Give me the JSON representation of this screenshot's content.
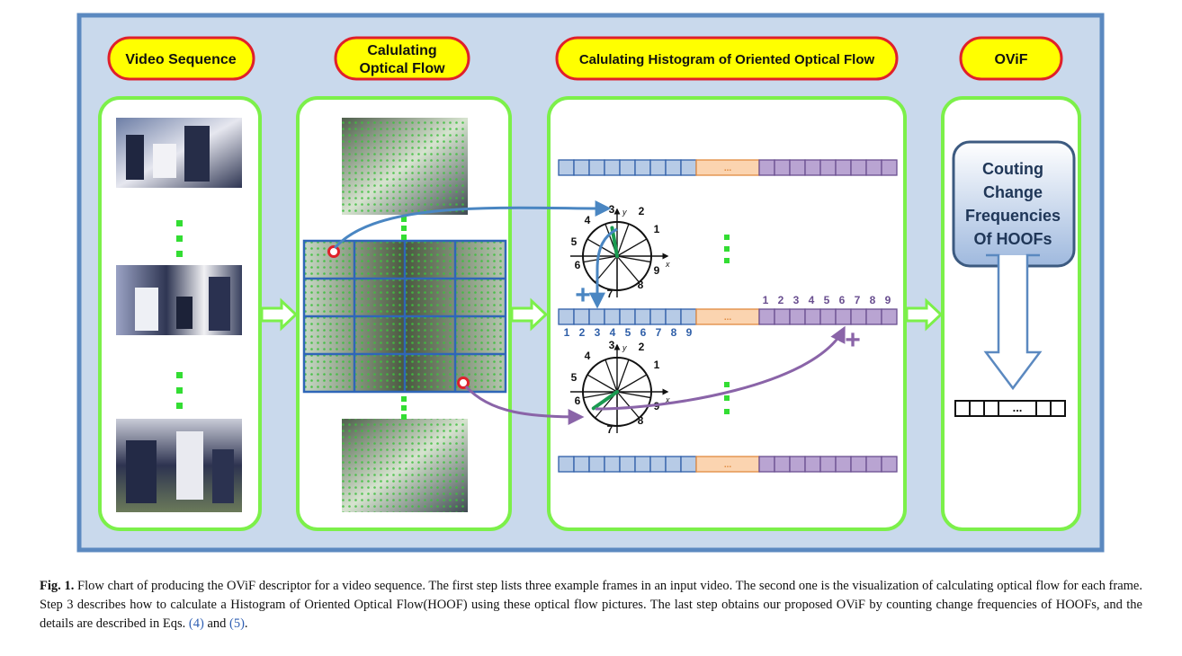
{
  "figure": {
    "steps": [
      {
        "label": "Video Sequence"
      },
      {
        "label_line1": "Calulating",
        "label_line2": "Optical Flow"
      },
      {
        "label": "Calulating Histogram of Oriented Optical Flow"
      },
      {
        "label": "OViF"
      }
    ],
    "hist_bin_numbers": [
      "1",
      "2",
      "3",
      "4",
      "5",
      "6",
      "7",
      "8",
      "9"
    ],
    "ellipsis": "...",
    "plus_sign": "+",
    "axis_x": "x",
    "axis_y": "y",
    "ovif_box": {
      "line1": "Couting",
      "line2": "Change",
      "line3": "Frequencies",
      "line4": "Of HOOFs"
    },
    "ovif_vector_ellipsis": "...",
    "colors": {
      "panel_bg": "#c9d9ec",
      "panel_border": "#5b89c0",
      "label_fill": "#ffff00",
      "label_border": "#e0202a",
      "step_border": "#7cf04a",
      "blue_bin": "#b7cbe6",
      "orange_bin": "#fbd4b0",
      "purple_bin": "#b9a4d2",
      "arrow_blue": "#4a86c2",
      "arrow_purple": "#8a64a8"
    }
  },
  "caption": {
    "fig_label": "Fig. 1.",
    "text": " Flow chart of producing the OViF descriptor for a video sequence. The first step lists three example frames in an input video. The second one is the visualization of calculating optical flow for each frame. Step 3 describes how to calculate a Histogram of Oriented Optical Flow(HOOF) using these optical flow pictures. The last step obtains our proposed OViF by counting change frequencies of HOOFs, and the details are described in Eqs. ",
    "ref1": "(4)",
    "and": " and ",
    "ref2": "(5)",
    "end": "."
  }
}
